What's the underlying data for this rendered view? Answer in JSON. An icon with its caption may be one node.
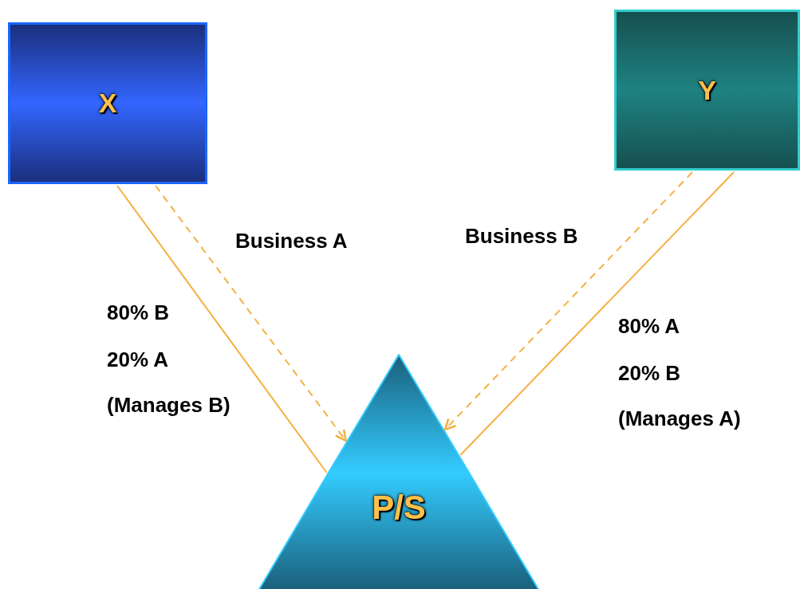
{
  "diagram": {
    "nodes": [
      {
        "text": [
          "X"
        ]
      },
      {
        "text": [
          "Y"
        ]
      },
      {
        "text": [
          "P/S"
        ]
      }
    ],
    "edges": [
      {
        "from": 0,
        "to": 2,
        "arrow": "none"
      },
      {
        "from": 0,
        "to": 2,
        "arrow": "to",
        "style": "dashed"
      },
      {
        "from": 1,
        "to": 2,
        "arrow": "none"
      },
      {
        "from": 1,
        "to": 2,
        "arrow": "to",
        "style": "dashed"
      }
    ],
    "labels": [
      "Business A",
      "Business B",
      "80% B",
      "20% A",
      "(Manages B)",
      "80% A",
      "20% B",
      "(Manages A)"
    ]
  }
}
